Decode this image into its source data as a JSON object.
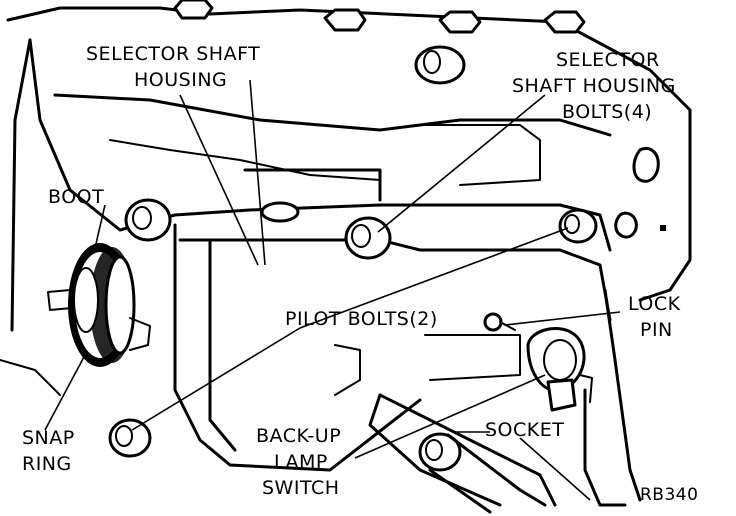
{
  "labels": {
    "selector_shaft_housing": [
      "SELECTOR SHAFT",
      "HOUSING"
    ],
    "selector_shaft_housing_bolts": [
      "SELECTOR",
      "SHAFT HOUSING",
      "BOLTS(4)"
    ],
    "boot": "BOOT",
    "pilot_bolts": "PILOT BOLTS(2)",
    "lock_pin": [
      "LOCK",
      "PIN"
    ],
    "snap_ring": [
      "SNAP",
      "RING"
    ],
    "back_up_lamp_switch": [
      "BACK-UP",
      "LAMP",
      "SWITCH"
    ],
    "socket": "SOCKET",
    "figure_ref": "RB340"
  }
}
